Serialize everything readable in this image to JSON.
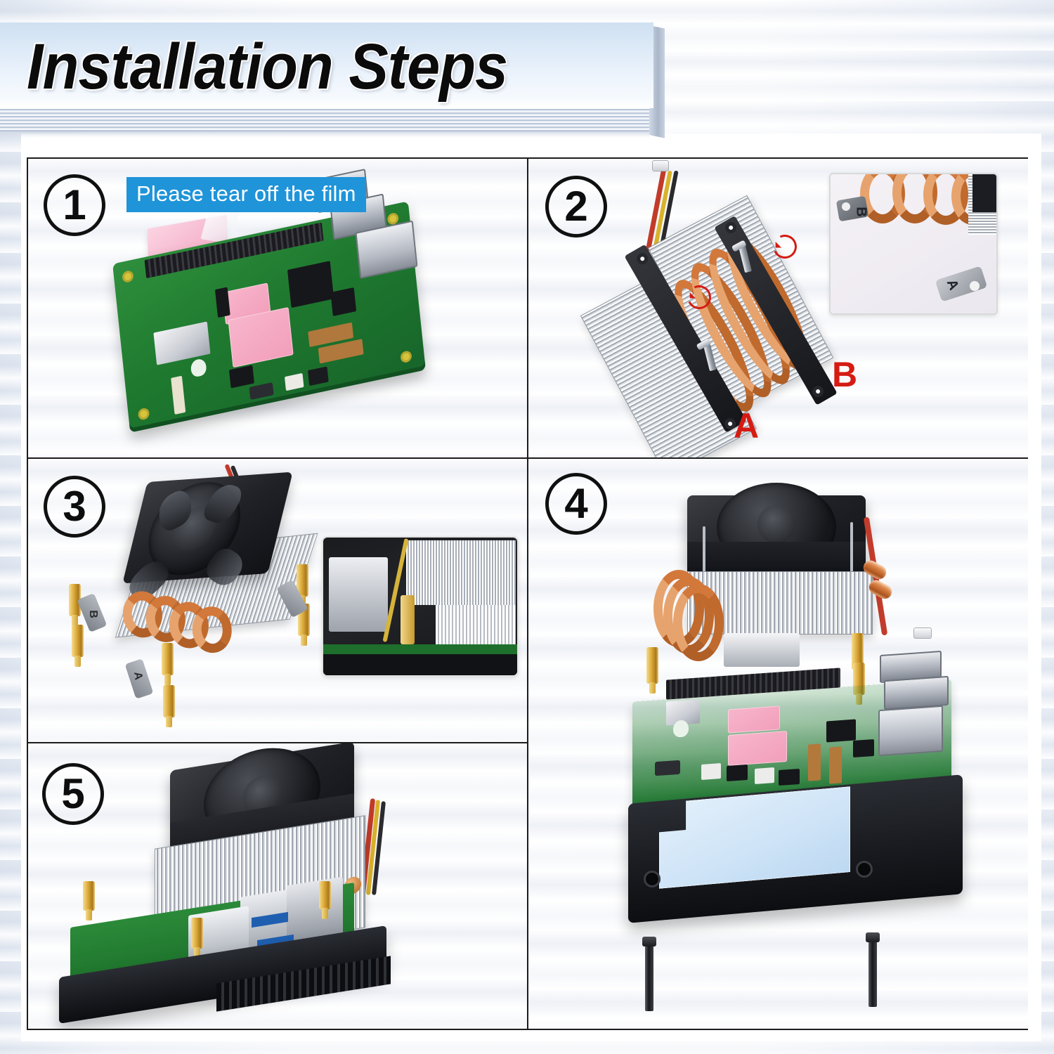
{
  "header": {
    "title": "Installation Steps"
  },
  "panels": [
    {
      "id": "panel-1",
      "step_number": "1",
      "callout": "Please tear off the film",
      "callout_color": "#1f94d9",
      "subject": "Raspberry Pi board with pink thermal pads and loose protective film"
    },
    {
      "id": "panel-2",
      "step_number": "2",
      "markers": [
        {
          "label": "A",
          "color": "#d51b12"
        },
        {
          "label": "B",
          "color": "#d51b12"
        }
      ],
      "inset": {
        "label_a": "A",
        "label_b": "B"
      },
      "subject": "Copper heatpipe heatsink with A and B mounting brackets and screws"
    },
    {
      "id": "panel-3",
      "step_number": "3",
      "bracket_labels": [
        "A",
        "B"
      ],
      "subject": "Fan and heatsink assembly with brass standoffs; inset close-up of standoff mounting"
    },
    {
      "id": "panel-4",
      "step_number": "4",
      "subject": "Exploded view: fan heatsink above Raspberry Pi board above black base plate with blue thermal pad and two long screws"
    },
    {
      "id": "panel-5",
      "step_number": "5",
      "subject": "Completed assembly: fan heatsink mounted on Raspberry Pi in black base"
    }
  ],
  "icons": {
    "step_badge": "circled-number",
    "rotation_arrow": "rotate-arrow-icon"
  },
  "colors": {
    "banner_top": "#cfe0f2",
    "banner_bottom": "#ffffff",
    "label_blue": "#1f94d9",
    "marker_red": "#d51b12",
    "border_black": "#1c1c1c",
    "pcb_green": "#1f7a2f",
    "thermal_pink": "#f29ebb",
    "thermal_blue": "#cfe4f7",
    "copper": "#d2773a"
  }
}
